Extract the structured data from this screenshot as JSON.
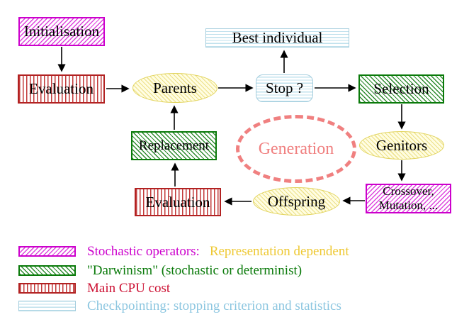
{
  "nodes": {
    "initialisation": {
      "label": "Initialisation"
    },
    "evaluation_top": {
      "label": "Evaluation"
    },
    "parents": {
      "label": "Parents"
    },
    "best_individual": {
      "label": "Best individual"
    },
    "stop": {
      "label": "Stop ?"
    },
    "selection": {
      "label": "Selection"
    },
    "replacement": {
      "label": "Replacement"
    },
    "generation": {
      "label": "Generation"
    },
    "genitors": {
      "label": "Genitors"
    },
    "evaluation_bottom": {
      "label": "Evaluation"
    },
    "offspring": {
      "line1": "Crossover,",
      "label": "Offspring"
    },
    "crossover": {
      "line1": "Crossover,",
      "line2": "Mutation, ..."
    }
  },
  "legend": [
    {
      "name": "stochastic-operators",
      "text": "Stochastic operators:",
      "text2": "Representation dependent"
    },
    {
      "name": "darwinism",
      "text": "\"Darwinism\" (stochastic or determinist)"
    },
    {
      "name": "main-cpu-cost",
      "text": "Main CPU cost"
    },
    {
      "name": "checkpointing",
      "text": "Checkpointing: stopping criterion and statistics"
    }
  ],
  "colors": {
    "magenta": "#cc00cc",
    "green": "#0a7a0a",
    "red": "#b22222",
    "cyan": "#a5cede",
    "yellow": "#e2d45e",
    "salmon": "#f08080",
    "gold_text": "#eec832",
    "crimson_text": "#cc1133",
    "cyan_text": "#8cc6e0",
    "arrow": "#000000"
  }
}
